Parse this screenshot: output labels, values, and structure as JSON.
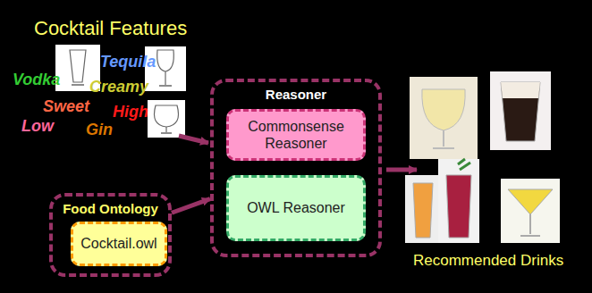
{
  "diagram": {
    "nodes": [
      {
        "text": [
          "Reasoner"
        ]
      },
      {
        "text": [
          "Commonsense Reasoner"
        ],
        "in": 0
      },
      {
        "text": [
          "OWL Reasoner"
        ],
        "in": 0
      },
      {
        "text": [
          "Food Ontology"
        ]
      },
      {
        "text": [
          "Cocktail.owl"
        ],
        "in": 3
      }
    ],
    "edges": [
      {
        "from": 3,
        "to": 0,
        "arrow": "to"
      }
    ],
    "labels": [
      "Cocktail Features",
      "Vodka",
      "Tequila",
      "Creamy",
      "Sweet",
      "Low",
      "High",
      "Gin",
      "Recommended Drinks"
    ]
  }
}
